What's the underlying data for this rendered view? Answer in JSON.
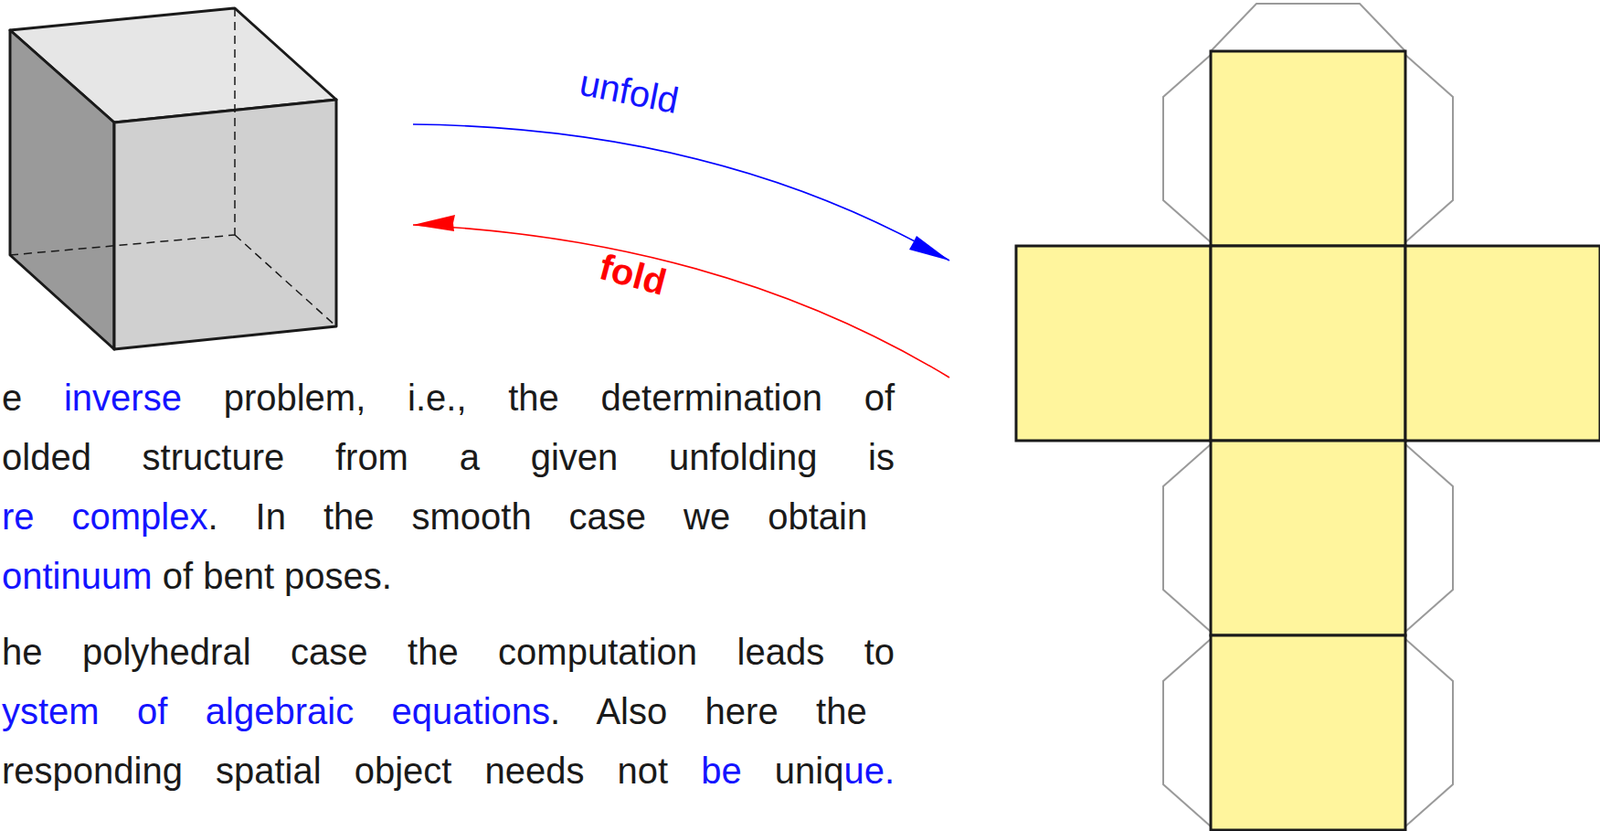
{
  "diagram": {
    "labels": [
      "unfold",
      "fold",
      "e inverse problem, i.e., the determination of",
      "olded structure from a given unfolding is",
      "re complex.  In the smooth case we obtain",
      "ontinuum of bent poses.",
      "he polyhedral case the computation leads to",
      "ystem of algebraic equations.  Also here the",
      "responding spatial object needs not be unique."
    ]
  }
}
